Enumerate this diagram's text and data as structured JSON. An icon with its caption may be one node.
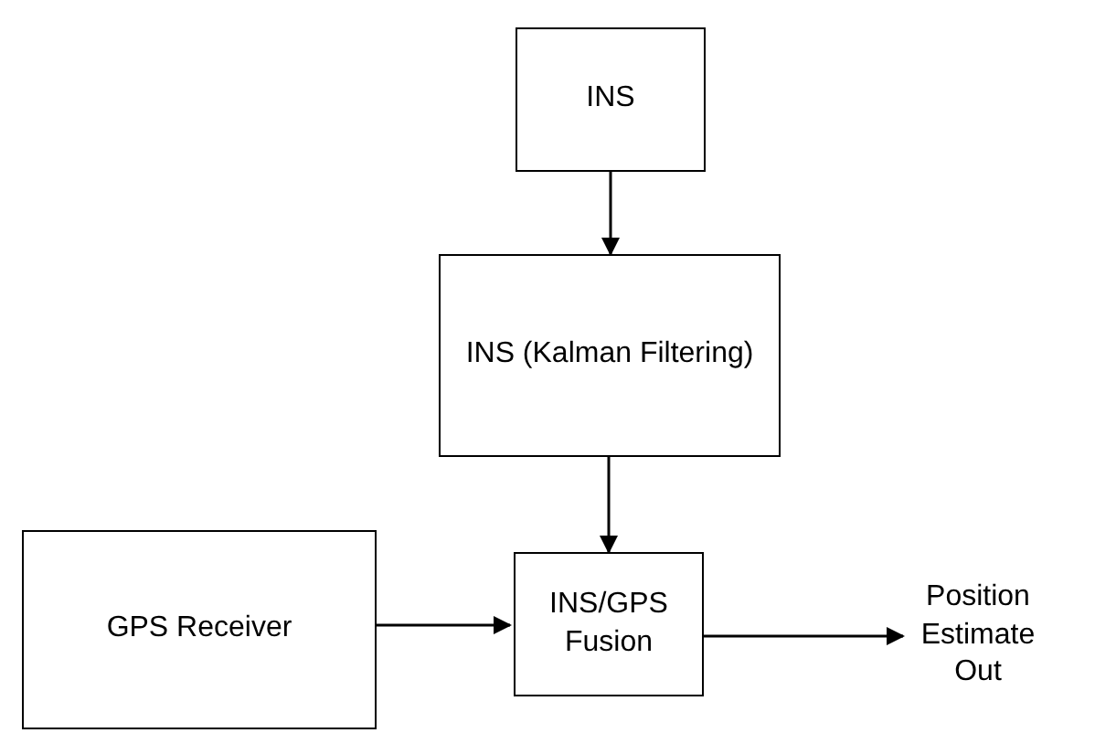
{
  "diagram": {
    "nodes": [
      {
        "text": [
          "INS"
        ]
      },
      {
        "text": [
          "INS (Kalman Filtering)"
        ]
      },
      {
        "text": [
          "GPS Receiver"
        ]
      },
      {
        "text": [
          "INS/GPS Fusion"
        ]
      },
      {
        "text": [
          "Position Estimate Out"
        ]
      }
    ],
    "edges": [
      {
        "from": 0,
        "to": 1,
        "arrow": "to"
      },
      {
        "from": 1,
        "to": 3,
        "arrow": "to"
      },
      {
        "from": 2,
        "to": 3,
        "arrow": "to"
      },
      {
        "from": 3,
        "to": 4,
        "arrow": "to"
      }
    ]
  }
}
